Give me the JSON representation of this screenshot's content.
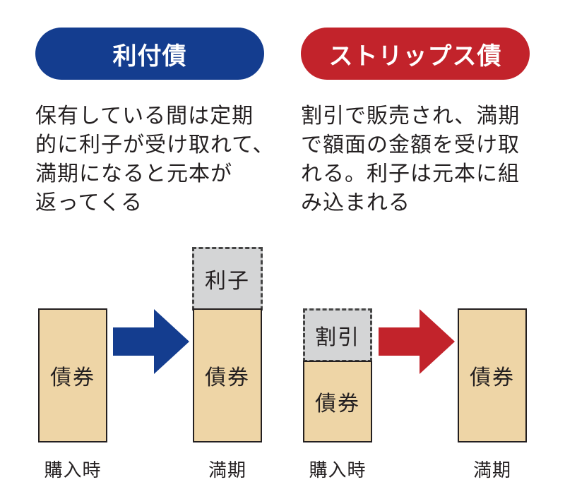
{
  "coupon_bond": {
    "title": "利付債",
    "description": "保有している間は定期\n的に利子が受け取れて、\n満期になると元本が\n返ってくる",
    "box_bond": "債券",
    "box_interest": "利子",
    "label_purchase": "購入時",
    "label_maturity": "満期",
    "color": "#143d8f"
  },
  "strips_bond": {
    "title": "ストリップス債",
    "description": "割引で販売され、満期\nで額面の金額を受け取\nれる。利子は元本に組\nみ込まれる",
    "box_discount": "割引",
    "box_bond": "債券",
    "label_purchase": "購入時",
    "label_maturity": "満期",
    "color": "#c2232b"
  },
  "colors": {
    "bond_fill": "#eed5a6",
    "extra_fill": "#d4d5d6"
  }
}
